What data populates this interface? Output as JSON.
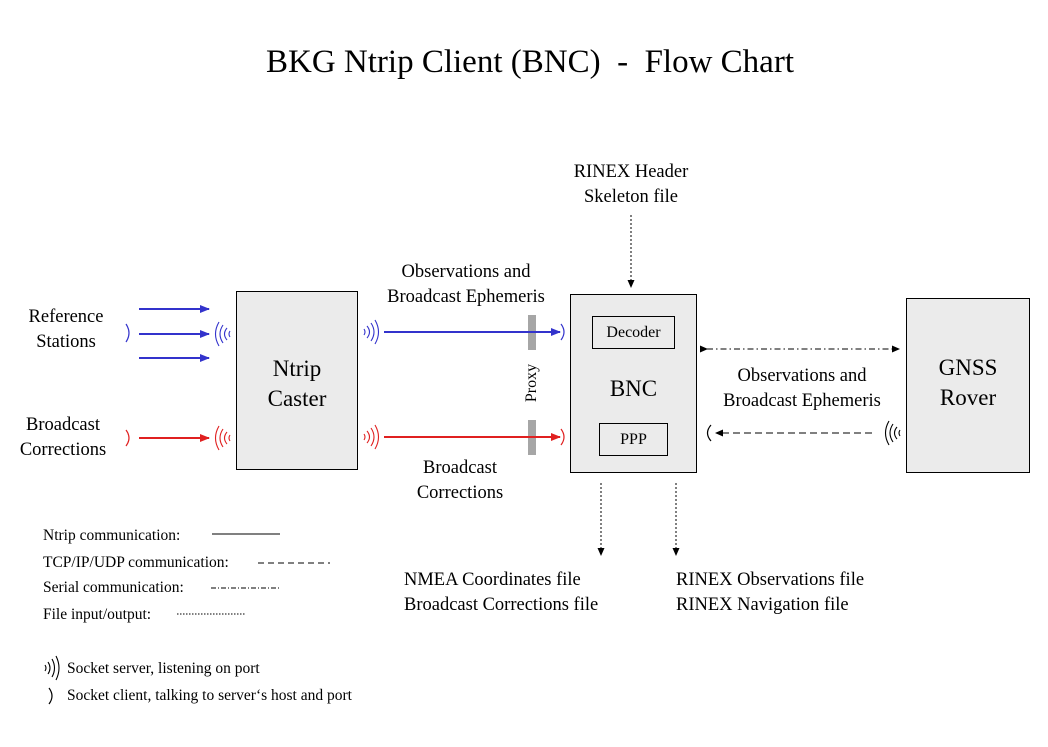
{
  "title": "BKG Ntrip Client (BNC)  -  Flow Chart",
  "inputs": {
    "reference_stations": [
      "Reference",
      "Stations"
    ],
    "broadcast_corrections": [
      "Broadcast",
      "Corrections"
    ]
  },
  "nodes": {
    "ntrip_caster": [
      "Ntrip",
      "Caster"
    ],
    "bnc": "BNC",
    "decoder": "Decoder",
    "ppp": "PPP",
    "gnss_rover": [
      "GNSS",
      "Rover"
    ],
    "proxy": "Proxy"
  },
  "edge_labels": {
    "caster_to_bnc_obs": [
      "Observations and",
      "Broadcast Ephemeris"
    ],
    "caster_to_bnc_corr": [
      "Broadcast",
      "Corrections"
    ],
    "rover_link": [
      "Observations and",
      "Broadcast Ephemeris"
    ],
    "rinex_header": [
      "RINEX Header",
      "Skeleton file"
    ]
  },
  "outputs": {
    "left": [
      "NMEA Coordinates file",
      "Broadcast Corrections file"
    ],
    "right": [
      "RINEX Observations file",
      "RINEX Navigation file"
    ]
  },
  "legend": {
    "ntrip": "Ntrip communication:",
    "tcp": "TCP/IP/UDP communication:",
    "serial": "Serial communication:",
    "file": "File input/output:",
    "server": "Socket server, listening on port",
    "client": "Socket client, talking to server‘s host and port"
  },
  "colors": {
    "ntrip_blue": "#3333cc",
    "ntrip_red": "#e02020",
    "box_fill": "#ebebeb",
    "proxy_bar": "#a6a6a6"
  }
}
